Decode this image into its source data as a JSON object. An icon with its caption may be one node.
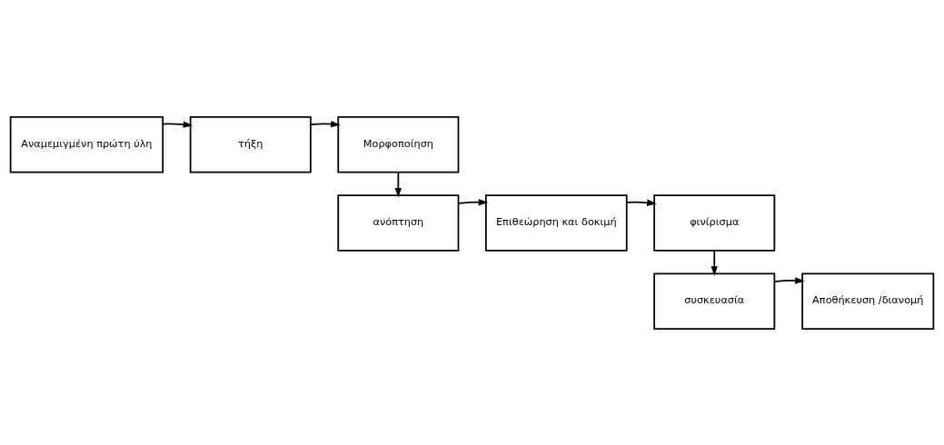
{
  "diagram": {
    "nodes": [
      {
        "text": [
          "Αναμεμιγμένη πρώτη ύλη"
        ]
      },
      {
        "text": [
          "τήξη"
        ]
      },
      {
        "text": [
          "Μορφοποίηση"
        ]
      },
      {
        "text": [
          "ανόπτηση"
        ]
      },
      {
        "text": [
          "Επιθεώρηση και δοκιμή"
        ]
      },
      {
        "text": [
          "φινίρισμα"
        ]
      },
      {
        "text": [
          "συσκευασία"
        ]
      },
      {
        "text": [
          "Αποθήκευση /διανομή"
        ]
      }
    ],
    "edges": [
      {
        "from": 0,
        "to": 1,
        "arrow": "to"
      },
      {
        "from": 1,
        "to": 2,
        "arrow": "to"
      },
      {
        "from": 2,
        "to": 3,
        "arrow": "to"
      },
      {
        "from": 3,
        "to": 4,
        "arrow": "to"
      },
      {
        "from": 4,
        "to": 5,
        "arrow": "to"
      },
      {
        "from": 5,
        "to": 6,
        "arrow": "to"
      },
      {
        "from": 6,
        "to": 7,
        "arrow": "to"
      }
    ]
  }
}
